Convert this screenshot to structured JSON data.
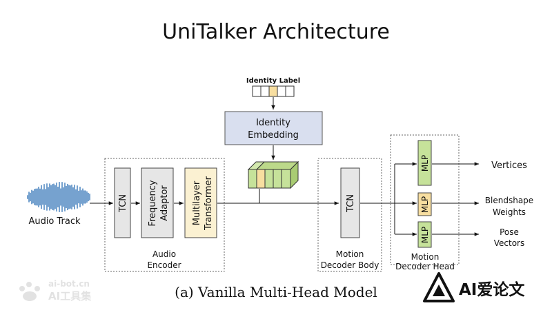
{
  "title": "UniTalker Architecture",
  "identity": {
    "label": "Identity Label",
    "embedding_line1": "Identity",
    "embedding_line2": "Embedding"
  },
  "audio_track_label": "Audio Track",
  "encoder": {
    "tcn": "TCN",
    "freq_line1": "Frequency",
    "freq_line2": "Adaptor",
    "multi_line1": "Multilayer",
    "multi_line2": "Transformer",
    "label_line1": "Audio",
    "label_line2": "Encoder"
  },
  "decoder_body": {
    "tcn": "TCN",
    "label_line1": "Motion",
    "label_line2": "Decoder Body"
  },
  "decoder_head": {
    "mlp": "MLP",
    "label_line1": "Motion",
    "label_line2": "Decoder Head"
  },
  "outputs": {
    "vertices": "Vertices",
    "blendshape_line1": "Blendshape",
    "blendshape_line2": "Weights",
    "pose_line1": "Pose",
    "pose_line2": "Vectors"
  },
  "caption": "(a) Vanilla Multi-Head Model",
  "watermark_left_line1": "ai-bot.cn",
  "watermark_left_line2": "AI工具集",
  "watermark_right": "AI爱论文",
  "colors": {
    "box_gray": "#e6e6e6",
    "box_yellow": "#fbf1d2",
    "box_blue": "#d9dfef",
    "mlp_green": "#c6e29a",
    "mlp_yellow": "#f7dea0",
    "waveform": "#2d6fb5"
  }
}
